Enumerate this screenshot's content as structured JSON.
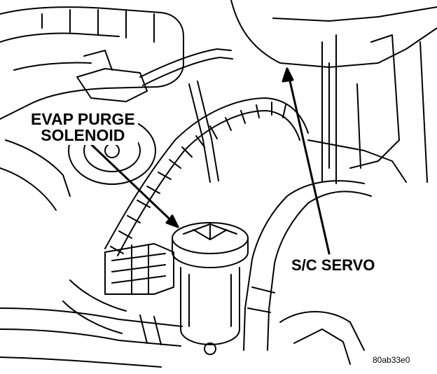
{
  "diagram": {
    "labels": {
      "evap_line1": "EVAP PURGE",
      "evap_line2": "SOLENOID",
      "servo": "S/C SERVO"
    },
    "figure_code": "80ab33e0"
  },
  "colors": {
    "ink": "#000000",
    "paper": "#ffffff"
  }
}
